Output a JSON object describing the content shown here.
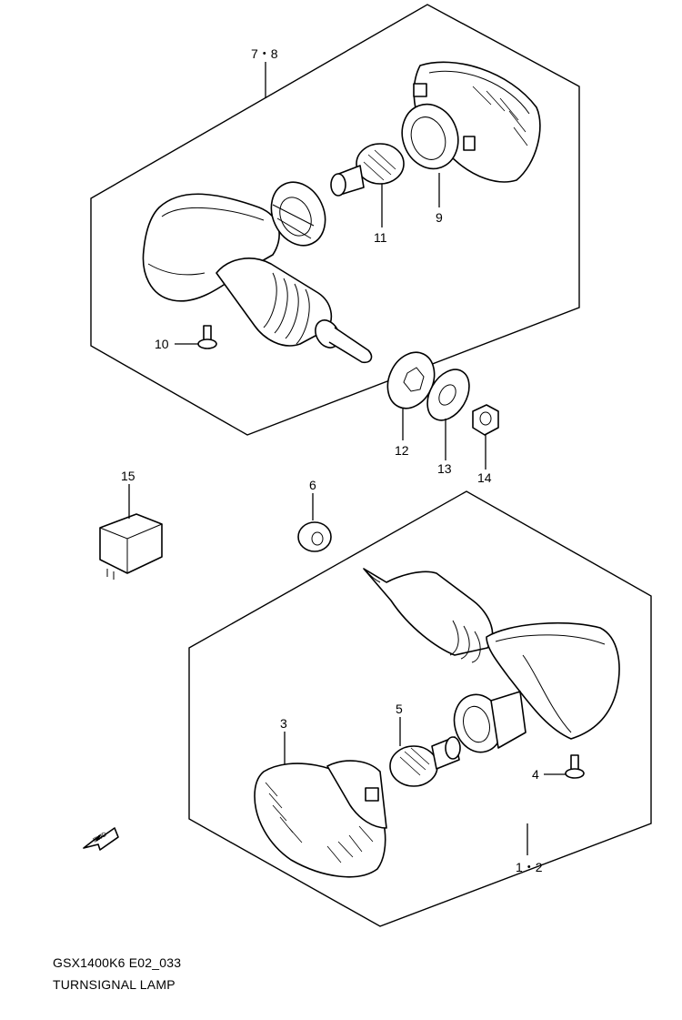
{
  "diagram": {
    "labels": {
      "assy_upper": "7・8",
      "assy_lower": "1・2",
      "p3": "3",
      "p4": "4",
      "p5": "5",
      "p6": "6",
      "p9": "9",
      "p10": "10",
      "p11": "11",
      "p12": "12",
      "p13": "13",
      "p14": "14",
      "p15": "15",
      "fwd": "FWD"
    }
  },
  "footer": {
    "code": "GSX1400K6 E02_033",
    "title": "TURNSIGNAL LAMP"
  }
}
